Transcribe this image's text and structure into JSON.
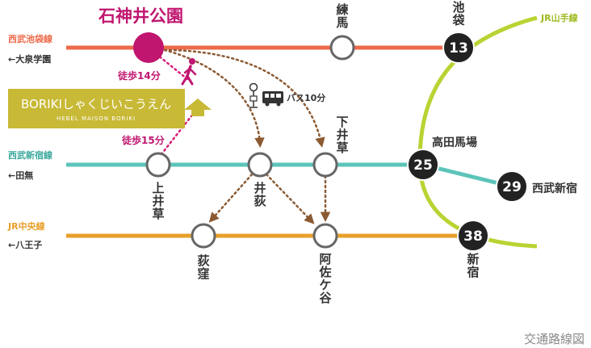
{
  "colors": {
    "ikebukuro": "#ec6a4a",
    "shinjuku_line": "#5cc4b9",
    "chuo": "#e8a02a",
    "yamanote": "#b8d433",
    "accent": "#c0166f",
    "property": "#c8b936",
    "walk_route": "#d81b78",
    "bus_route": "#8b5a32",
    "station_stroke": "#666666",
    "hub_fill": "#222222"
  },
  "lines": {
    "ikebukuro": {
      "name": "西武池袋線",
      "direction": "←大泉学園"
    },
    "shinjuku": {
      "name": "西武新宿線",
      "direction": "←田無"
    },
    "chuo": {
      "name": "JR中央線",
      "direction": "←八王子"
    },
    "yamanote": {
      "name": "JR山手線"
    }
  },
  "stations": {
    "shakujii": "石神井公園",
    "nerima": "練馬",
    "ikebukuro": "池袋",
    "kamiigusa": "上井草",
    "iogi": "井荻",
    "shimoigusa": "下井草",
    "takadanobaba": "高田馬場",
    "seibushinjuku": "西武新宿",
    "ogikubo": "荻窪",
    "asagaya": "阿佐ケ谷",
    "shinjuku": "新宿"
  },
  "hubs": {
    "ikebukuro": "13",
    "takadanobaba": "25",
    "seibushinjuku": "29",
    "shinjuku": "38"
  },
  "routes": {
    "walk_shakujii": "徒歩14分",
    "walk_kamiigusa": "徒歩15分",
    "bus": "バス10分"
  },
  "property": {
    "name": "BORIKIしゃくじいこうえん",
    "subtitle": "HEBEL MAISON BORIKI"
  },
  "icons": {
    "walker": "walking-person-icon",
    "bus_stop": "bus-stop-icon",
    "bus": "bus-icon",
    "arrow": "up-arrow-icon"
  },
  "footer": {
    "caption": "交通路線図"
  }
}
